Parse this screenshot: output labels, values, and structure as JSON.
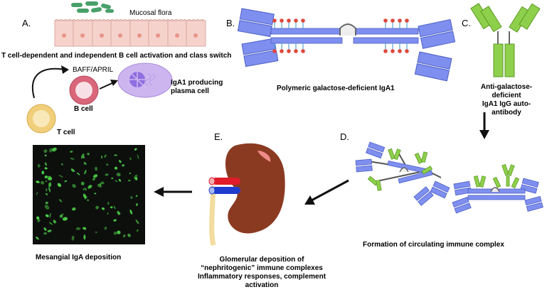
{
  "labels": {
    "A": "A.",
    "B": "B.",
    "C": "C.",
    "D": "D.",
    "E": "E."
  },
  "panel_a": {
    "mucosal_flora": "Mucosal flora",
    "activation_title": "T cell-dependent and independent B cell activation and class switch",
    "baff_april": "BAFF/APRIL",
    "b_cell": "B cell",
    "t_cell": "T cell",
    "plasma_line1": "IgA1 producing",
    "plasma_line2": "plasma cell"
  },
  "panel_b": {
    "caption": "Polymeric galactose-deficient IgA1"
  },
  "panel_c": {
    "line1": "Anti-galactose-",
    "line2": "deficient",
    "line3": "IgA1 IgG auto-",
    "line4": "antibody"
  },
  "panel_d": {
    "caption": "Formation of circulating immune complex"
  },
  "panel_e": {
    "line1": "Glomerular deposition of",
    "line2": "“nephritogenic” immune complexes",
    "line3": "Inflammatory responses, complement",
    "line4": "activation"
  },
  "mesangial": {
    "caption": "Mesangial IgA deposition"
  },
  "colors": {
    "iga_blue": "#7f8ff0",
    "igg_green": "#8ed04b",
    "galactose_red": "#e0473c",
    "kidney_brown": "#8b3a22",
    "epithelium_pink": "#f6d2cc",
    "bacteria_green": "#49a06a",
    "plasma_purple": "#cdb6f0",
    "bcell_red": "#d9667a",
    "tcell_yellow": "#f1cf7a",
    "micrograph_bg": "#0d0f0d",
    "fluorescence_green": "#4fd84a"
  }
}
